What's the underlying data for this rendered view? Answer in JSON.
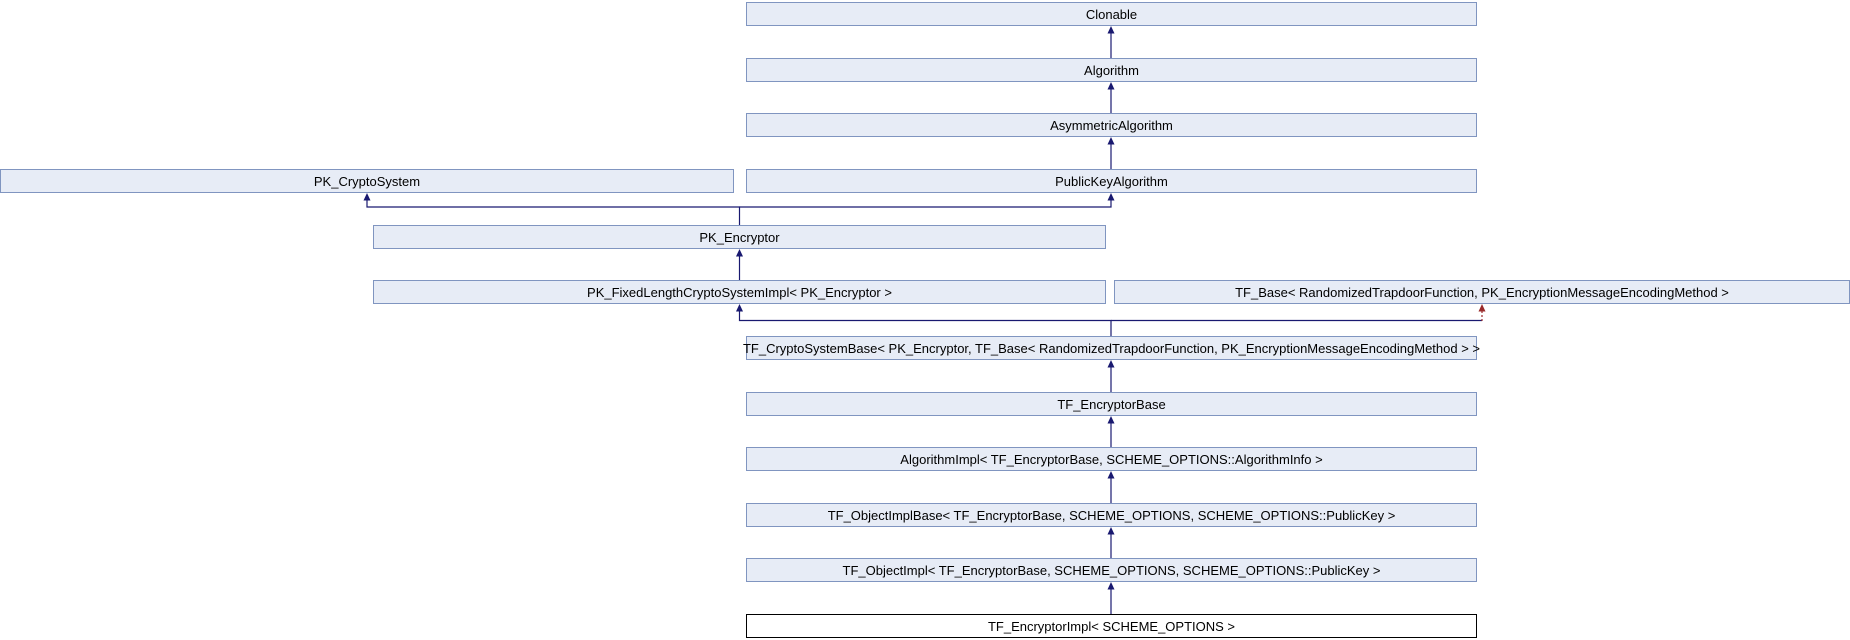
{
  "diagram": {
    "kind": "class-inheritance-graph",
    "colors": {
      "background": "#ffffff",
      "node_fill": "#e7ecf6",
      "node_border": "#8095c0",
      "focus_node_fill": "#ffffff",
      "focus_node_border": "#000000",
      "edge_public": "#191970",
      "edge_non_public": "#9a2b2b",
      "text": "#000000"
    },
    "nodes": [
      {
        "id": "clonable",
        "label": "Clonable"
      },
      {
        "id": "algorithm",
        "label": "Algorithm"
      },
      {
        "id": "asymmetric-algorithm",
        "label": "AsymmetricAlgorithm"
      },
      {
        "id": "pk-cryptosystem",
        "label": "PK_CryptoSystem"
      },
      {
        "id": "publickey-algorithm",
        "label": "PublicKeyAlgorithm"
      },
      {
        "id": "pk-encryptor",
        "label": "PK_Encryptor"
      },
      {
        "id": "pk-fixedlength-cryptosystem-impl",
        "label": "PK_FixedLengthCryptoSystemImpl< PK_Encryptor >"
      },
      {
        "id": "tf-base",
        "label": "TF_Base< RandomizedTrapdoorFunction, PK_EncryptionMessageEncodingMethod >"
      },
      {
        "id": "tf-cryptosystem-base",
        "label": "TF_CryptoSystemBase< PK_Encryptor, TF_Base< RandomizedTrapdoorFunction, PK_EncryptionMessageEncodingMethod > >"
      },
      {
        "id": "tf-encryptor-base",
        "label": "TF_EncryptorBase"
      },
      {
        "id": "algorithm-impl",
        "label": "AlgorithmImpl< TF_EncryptorBase, SCHEME_OPTIONS::AlgorithmInfo >"
      },
      {
        "id": "tf-object-impl-base",
        "label": "TF_ObjectImplBase< TF_EncryptorBase, SCHEME_OPTIONS, SCHEME_OPTIONS::PublicKey >"
      },
      {
        "id": "tf-object-impl",
        "label": "TF_ObjectImpl< TF_EncryptorBase, SCHEME_OPTIONS, SCHEME_OPTIONS::PublicKey >"
      },
      {
        "id": "tf-encryptor-impl",
        "label": "TF_EncryptorImpl< SCHEME_OPTIONS >",
        "focus": true
      }
    ],
    "edges": [
      {
        "from": "algorithm",
        "to": "clonable",
        "relation": "public-inheritance"
      },
      {
        "from": "asymmetric-algorithm",
        "to": "algorithm",
        "relation": "public-inheritance"
      },
      {
        "from": "publickey-algorithm",
        "to": "asymmetric-algorithm",
        "relation": "public-inheritance"
      },
      {
        "from": "pk-encryptor",
        "to": "pk-cryptosystem",
        "relation": "public-inheritance"
      },
      {
        "from": "pk-encryptor",
        "to": "publickey-algorithm",
        "relation": "public-inheritance"
      },
      {
        "from": "pk-fixedlength-cryptosystem-impl",
        "to": "pk-encryptor",
        "relation": "public-inheritance"
      },
      {
        "from": "tf-cryptosystem-base",
        "to": "pk-fixedlength-cryptosystem-impl",
        "relation": "public-inheritance"
      },
      {
        "from": "tf-cryptosystem-base",
        "to": "tf-base",
        "relation": "non-public-inheritance"
      },
      {
        "from": "tf-encryptor-base",
        "to": "tf-cryptosystem-base",
        "relation": "public-inheritance"
      },
      {
        "from": "algorithm-impl",
        "to": "tf-encryptor-base",
        "relation": "public-inheritance"
      },
      {
        "from": "tf-object-impl-base",
        "to": "algorithm-impl",
        "relation": "public-inheritance"
      },
      {
        "from": "tf-object-impl",
        "to": "tf-object-impl-base",
        "relation": "public-inheritance"
      },
      {
        "from": "tf-encryptor-impl",
        "to": "tf-object-impl",
        "relation": "public-inheritance"
      }
    ]
  }
}
